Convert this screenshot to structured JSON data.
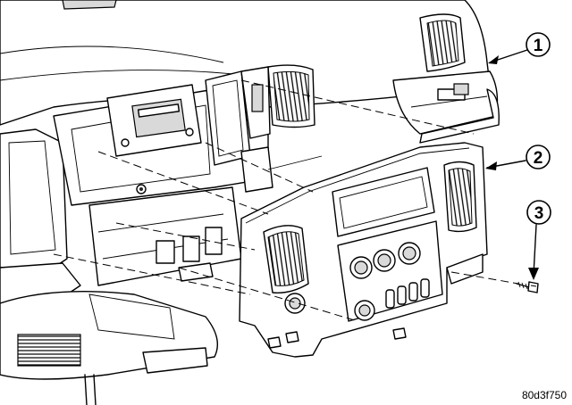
{
  "callouts": [
    {
      "label": "1"
    },
    {
      "label": "2"
    },
    {
      "label": "3"
    }
  ],
  "figure_code": "80d3f750"
}
